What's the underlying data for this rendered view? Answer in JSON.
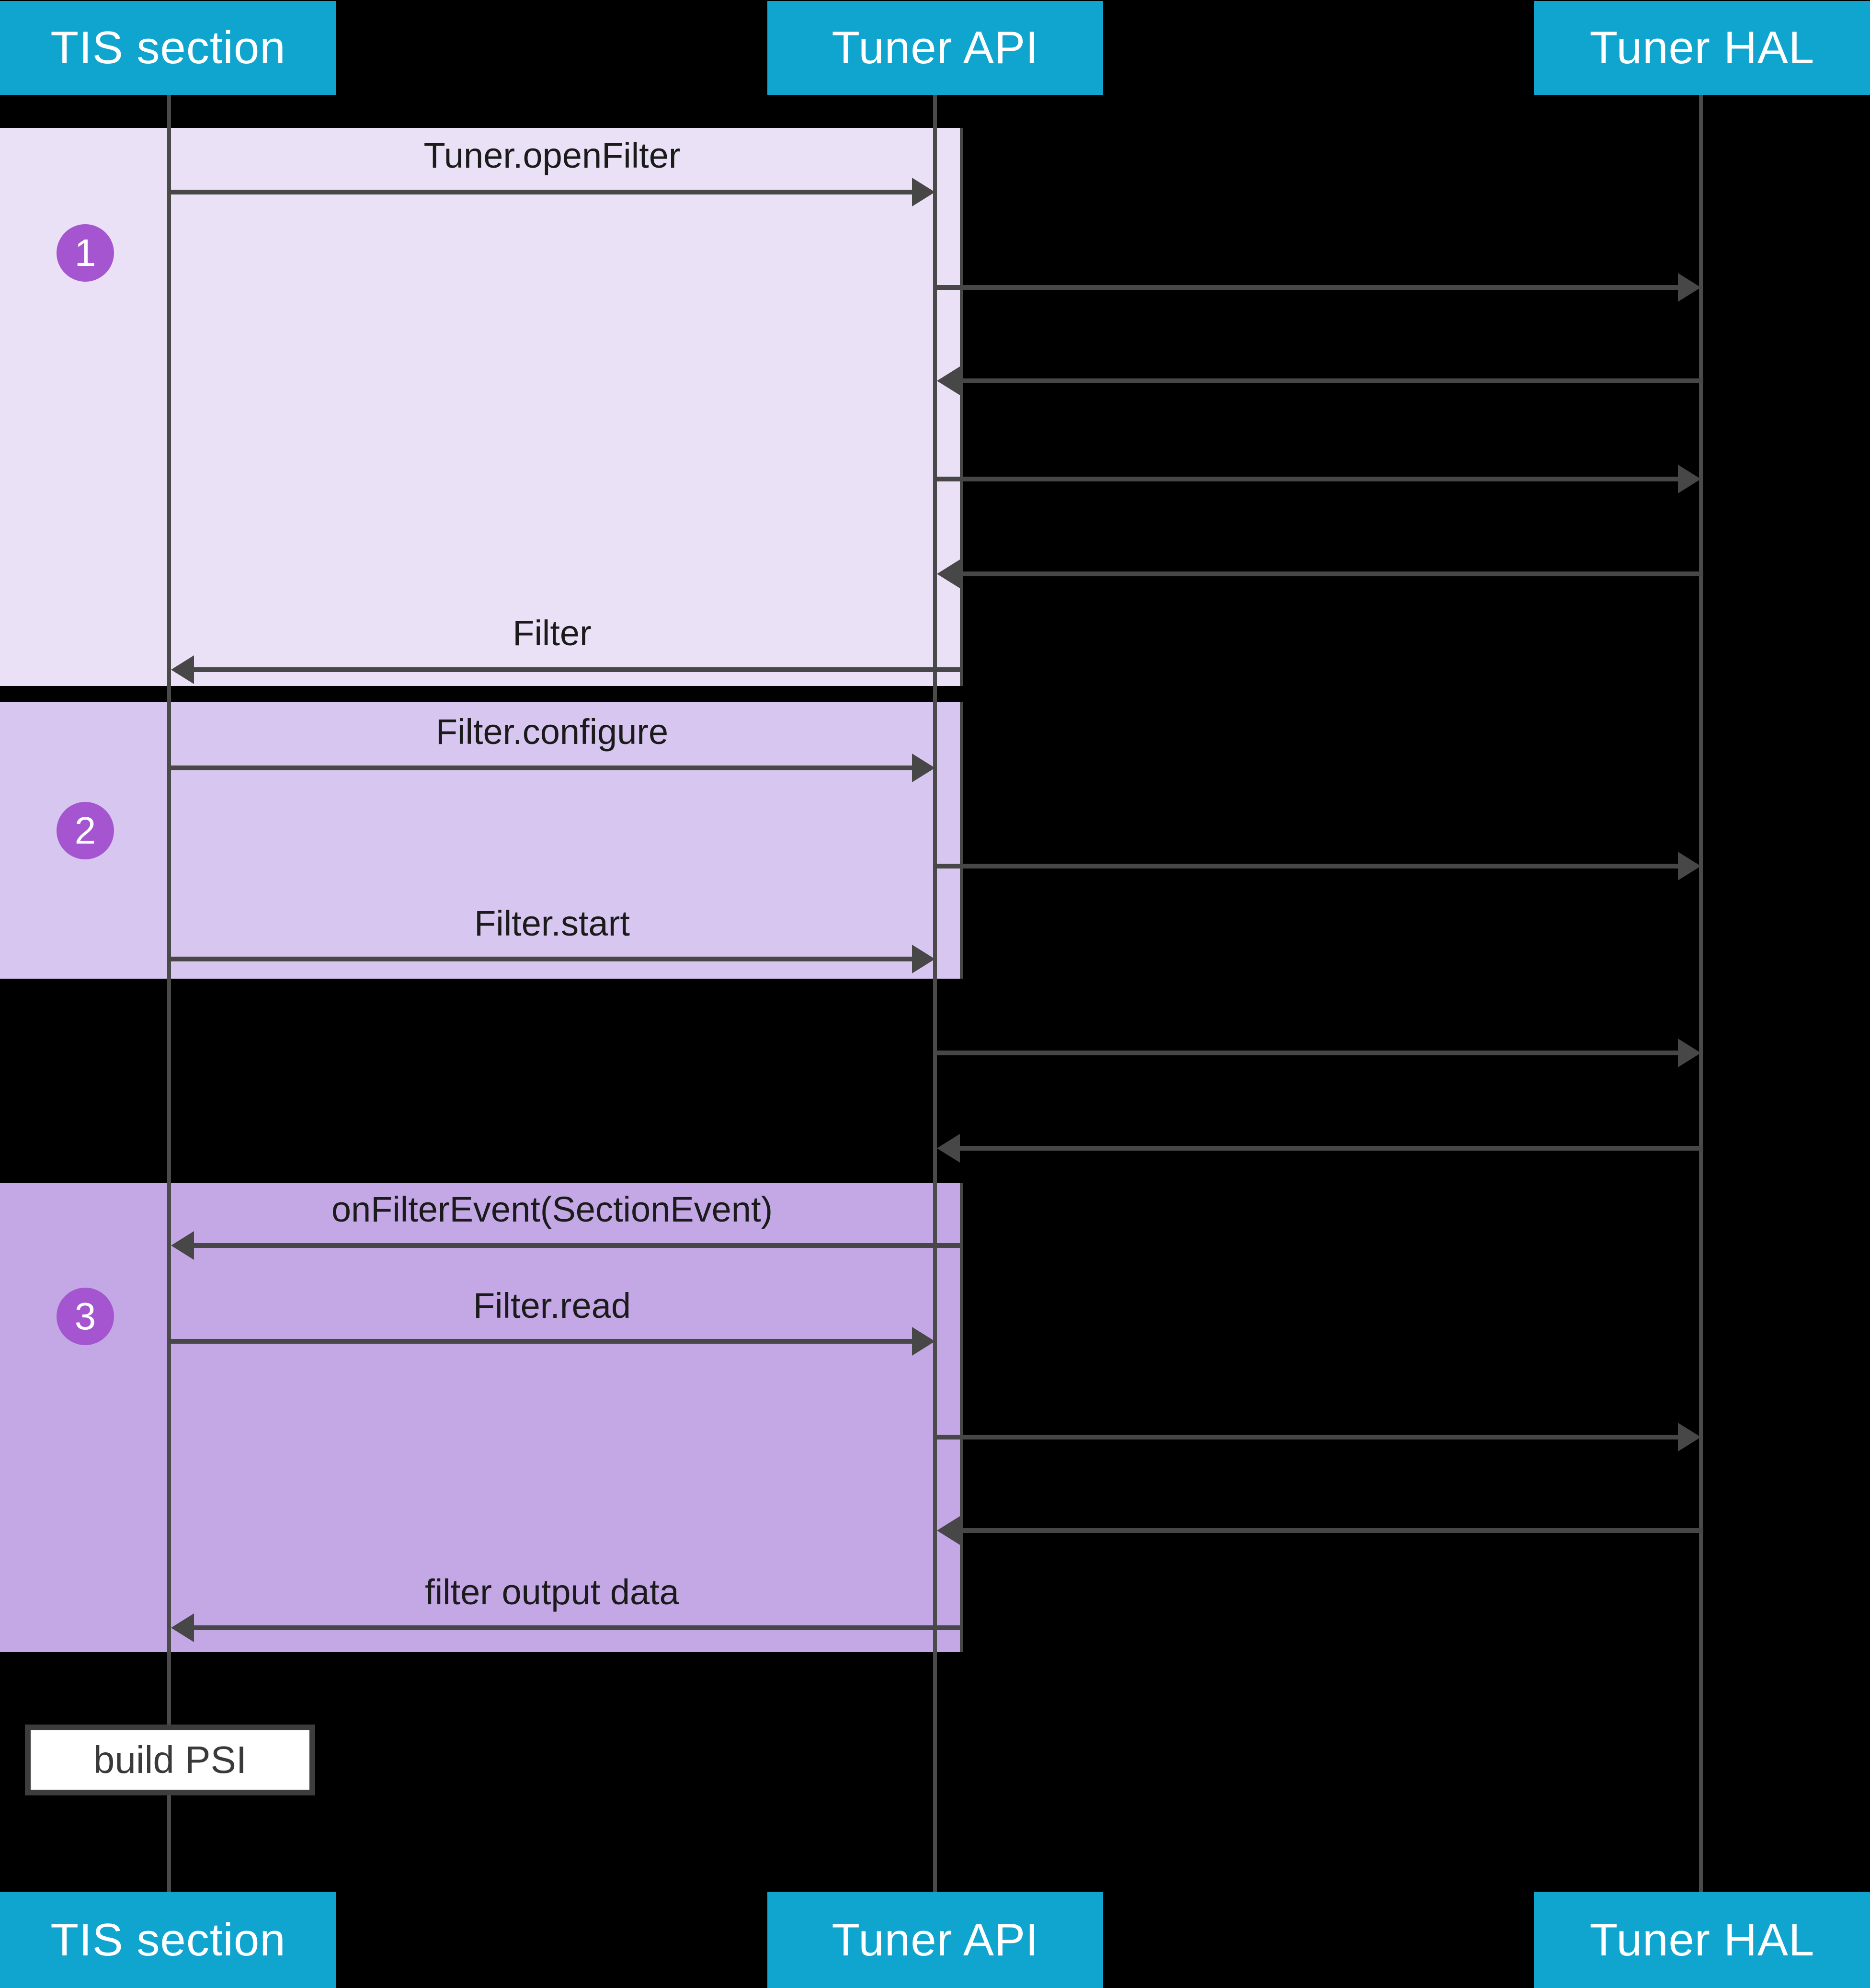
{
  "diagram": {
    "actors": [
      {
        "label": "TIS section"
      },
      {
        "label": "Tuner API"
      },
      {
        "label": "Tuner HAL"
      }
    ],
    "steps": [
      "1",
      "2",
      "3"
    ],
    "messages": {
      "open_filter": "Tuner.openFilter",
      "filter_return": "Filter",
      "configure": "Filter.configure",
      "start": "Filter.start",
      "on_filter_event": "onFilterEvent(SectionEvent)",
      "read": "Filter.read",
      "output": "filter output data"
    },
    "note": {
      "build_psi": "build PSI"
    },
    "colors": {
      "header_bg": "#10A5CF",
      "header_text": "#FFFFFF",
      "section_1_bg": "#EAE1F6",
      "section_2_bg": "#D7C6EF",
      "section_3_bg": "#C3A8E5",
      "badge_bg": "#A455CF",
      "line": "#474747",
      "background": "#000000",
      "note_bg": "#FFFFFF"
    }
  }
}
